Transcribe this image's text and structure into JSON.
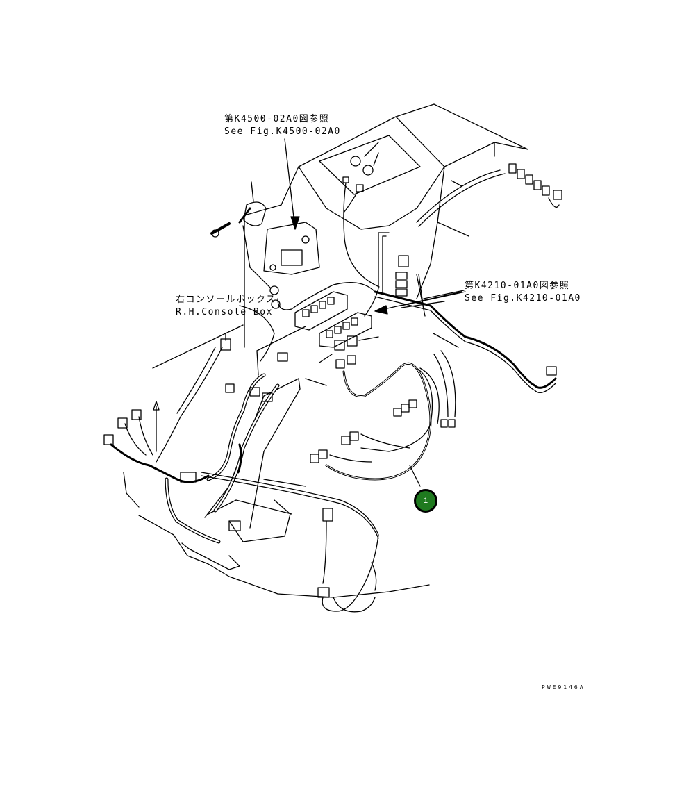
{
  "references": [
    {
      "jp": "第K4500-02A0図参照",
      "en": "See Fig.K4500-02A0"
    },
    {
      "jp": "第K4210-01A0図参照",
      "en": "See Fig.K4210-01A0"
    }
  ],
  "component": {
    "jp": "右コンソールボックス",
    "en": "R.H.Console Box"
  },
  "callout": {
    "number": "1",
    "color": "#1f7a1f"
  },
  "drawing_code": "PWE9146A"
}
